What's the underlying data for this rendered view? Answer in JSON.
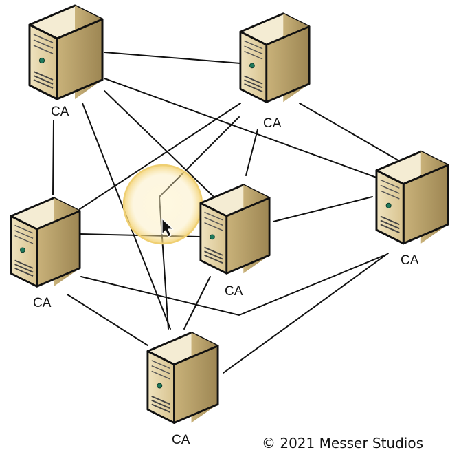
{
  "nodes": [
    {
      "id": "ca-top-left",
      "label": "CA"
    },
    {
      "id": "ca-top-right",
      "label": "CA"
    },
    {
      "id": "ca-middle-left",
      "label": "CA"
    },
    {
      "id": "ca-center",
      "label": "CA"
    },
    {
      "id": "ca-right",
      "label": "CA"
    },
    {
      "id": "ca-bottom",
      "label": "CA"
    }
  ],
  "connections": [
    [
      "ca-top-left",
      "ca-top-right"
    ],
    [
      "ca-top-left",
      "ca-middle-left"
    ],
    [
      "ca-top-left",
      "ca-center"
    ],
    [
      "ca-top-left",
      "ca-bottom"
    ],
    [
      "ca-top-left",
      "ca-right"
    ],
    [
      "ca-top-right",
      "ca-middle-left"
    ],
    [
      "ca-top-right",
      "ca-center"
    ],
    [
      "ca-top-right",
      "ca-right"
    ],
    [
      "ca-top-right",
      "ca-bottom"
    ],
    [
      "ca-middle-left",
      "ca-center"
    ],
    [
      "ca-middle-left",
      "ca-bottom"
    ],
    [
      "ca-middle-left",
      "ca-right"
    ],
    [
      "ca-center",
      "ca-right"
    ],
    [
      "ca-center",
      "ca-bottom"
    ],
    [
      "ca-right",
      "ca-bottom"
    ]
  ],
  "colors": {
    "server_front": "#e3d2a6",
    "server_side": "#c2ab74",
    "server_top": "#f3ead0",
    "outline": "#111111",
    "led": "#1f7a5c",
    "cursor_halo": "#f5d77a"
  },
  "cursor": {
    "visible": true,
    "icon": "mouse-pointer-icon"
  },
  "copyright": "© 2021 Messer Studios"
}
